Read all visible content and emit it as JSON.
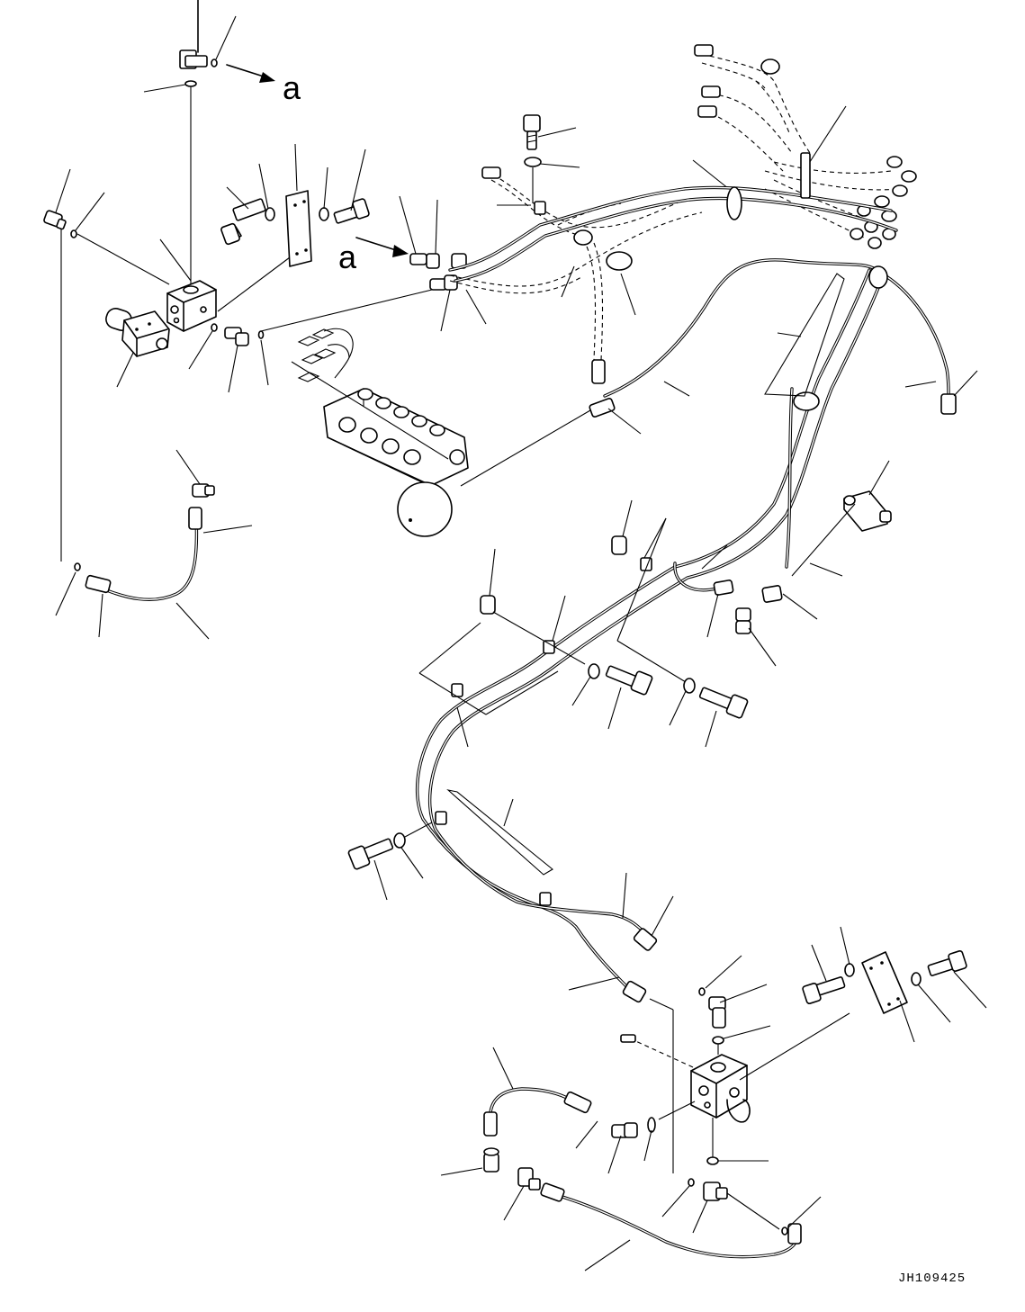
{
  "figure": {
    "view_marker_top": "a",
    "view_marker_middle": "a",
    "drawing_code": "JH109425"
  }
}
